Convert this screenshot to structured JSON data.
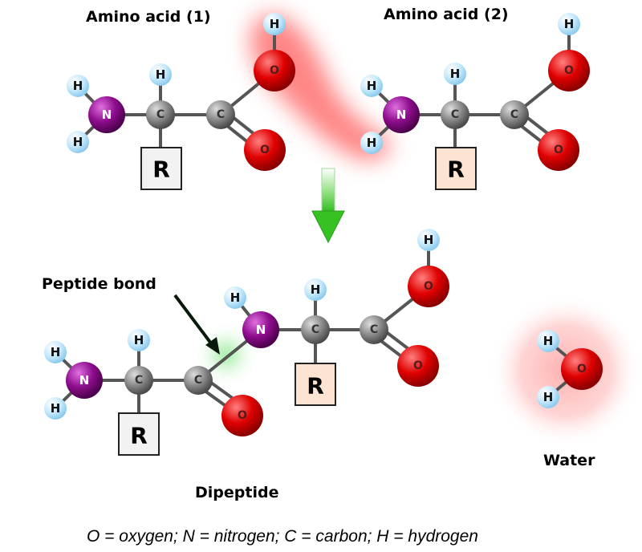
{
  "titles": {
    "amino_acid_1": "Amino acid (1)",
    "amino_acid_2": "Amino acid (2)",
    "peptide_bond": "Peptide bond",
    "dipeptide": "Dipeptide",
    "water": "Water"
  },
  "legend": "O = oxygen; N = nitrogen; C = carbon; H = hydrogen",
  "atoms": {
    "H": "H",
    "N": "N",
    "C": "C",
    "O": "O",
    "R": "R"
  },
  "colors": {
    "hydrogen": "#bfe6fb",
    "nitrogen": "#8b0a8b",
    "carbon": "#888888",
    "oxygen": "#dd0000",
    "r_group_1": "#f2f2f2",
    "r_group_2": "#fde3d2",
    "highlight_removed": "#ff6b6b",
    "highlight_bond": "#7ee87e",
    "arrow": "#33cc22"
  }
}
